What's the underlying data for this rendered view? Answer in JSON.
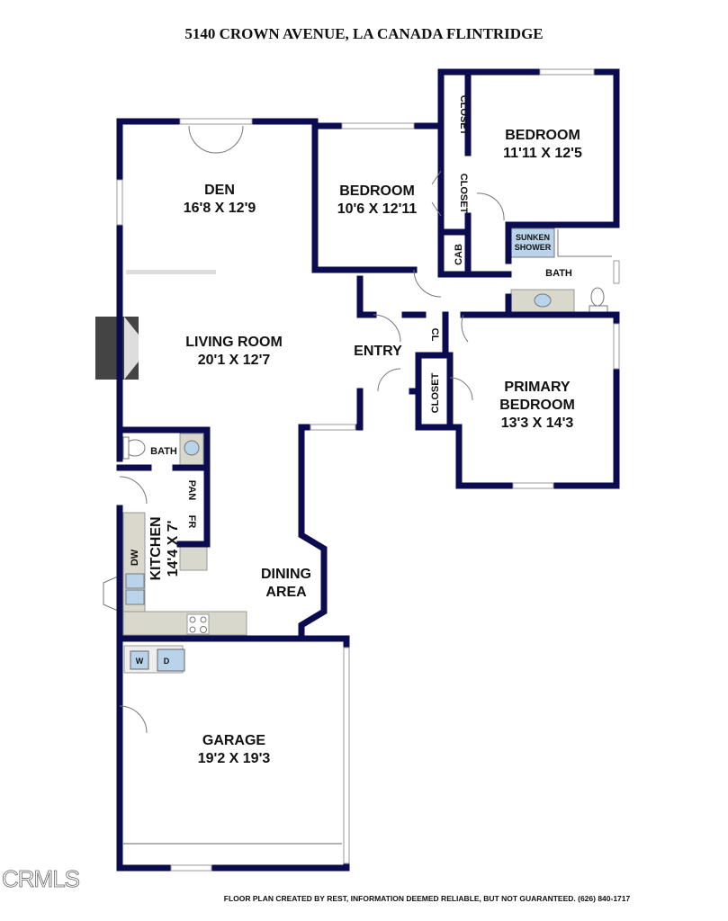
{
  "title": "5140 CROWN AVENUE, LA CANADA FLINTRIDGE",
  "footer": "FLOOR PLAN CREATED BY REST, INFORMATION DEEMED RELIABLE, BUT NOT GUARANTEED. (626) 840-1717",
  "watermark": "CRMLS",
  "rooms": {
    "den": {
      "name": "DEN",
      "size": "16'8 X 12'9"
    },
    "bedroom1": {
      "name": "BEDROOM",
      "size": "10'6 X 12'11"
    },
    "bedroom2": {
      "name": "BEDROOM",
      "size": "11'11 X 12'5"
    },
    "living": {
      "name": "LIVING ROOM",
      "size": "20'1 X 12'7"
    },
    "entry": {
      "name": "ENTRY"
    },
    "primary": {
      "name1": "PRIMARY",
      "name2": "BEDROOM",
      "size": "13'3 X 14'3"
    },
    "kitchen": {
      "name": "KITCHEN",
      "size": "14'4 X 7'"
    },
    "dining": {
      "name1": "DINING",
      "name2": "AREA"
    },
    "garage": {
      "name": "GARAGE",
      "size": "19'2 X 19'3"
    }
  },
  "small_labels": {
    "closet": "CLOSET",
    "cab": "CAB",
    "cl": "CL",
    "sunken1": "SUNKEN",
    "sunken2": "SHOWER",
    "bath": "BATH",
    "pan": "PAN",
    "fr": "FR",
    "dw": "DW",
    "washer": "W",
    "dryer": "D"
  }
}
